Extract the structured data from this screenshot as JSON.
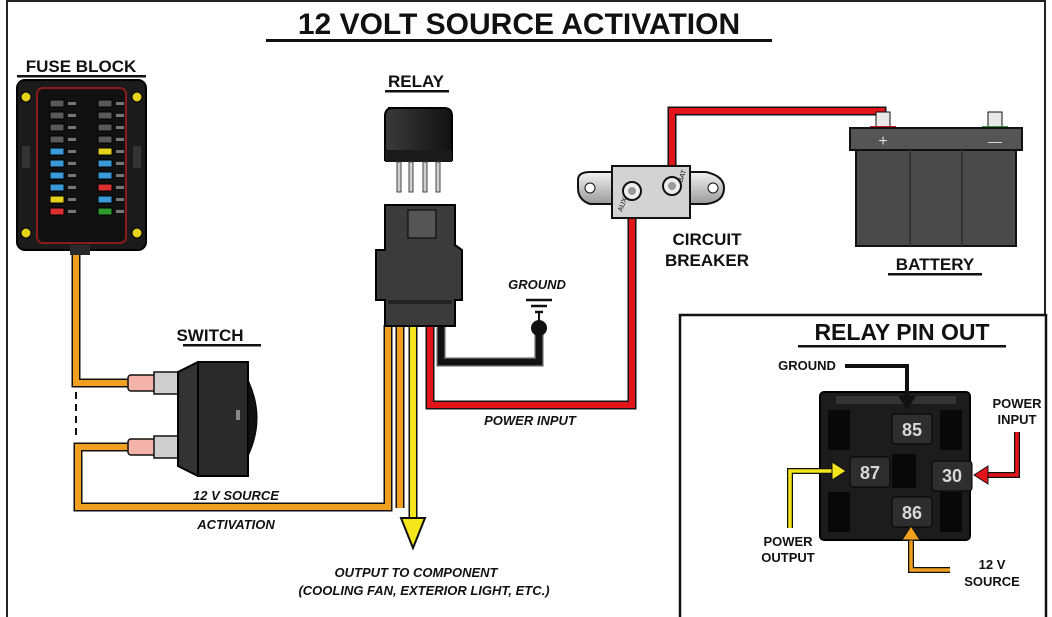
{
  "title": "12 VOLT SOURCE ACTIVATION",
  "components": {
    "fuse_block": "FUSE BLOCK",
    "relay": "RELAY",
    "switch": "SWITCH",
    "circuit_breaker_1": "CIRCUIT",
    "circuit_breaker_2": "BREAKER",
    "battery": "BATTERY",
    "ground": "GROUND",
    "battery_plus": "+",
    "battery_minus": "—",
    "cb_aux": "AUX",
    "cb_batt": "BAT"
  },
  "wire_labels": {
    "power_input": "POWER INPUT",
    "source_1": "12 V SOURCE",
    "source_2": "ACTIVATION",
    "output_1": "OUTPUT TO COMPONENT",
    "output_2": "(COOLING FAN, EXTERIOR LIGHT, ETC.)"
  },
  "pinout": {
    "title": "RELAY PIN OUT",
    "ground": "GROUND",
    "power_input_1": "POWER",
    "power_input_2": "INPUT",
    "power_output_1": "POWER",
    "power_output_2": "OUTPUT",
    "source_1": "12 V",
    "source_2": "SOURCE",
    "pin_85": "85",
    "pin_86": "86",
    "pin_87": "87",
    "pin_30": "30"
  },
  "colors": {
    "orange_wire": "#f0a01e",
    "yellow_wire": "#f5e61c",
    "red_wire": "#e3151a",
    "black_wire": "#111111"
  }
}
